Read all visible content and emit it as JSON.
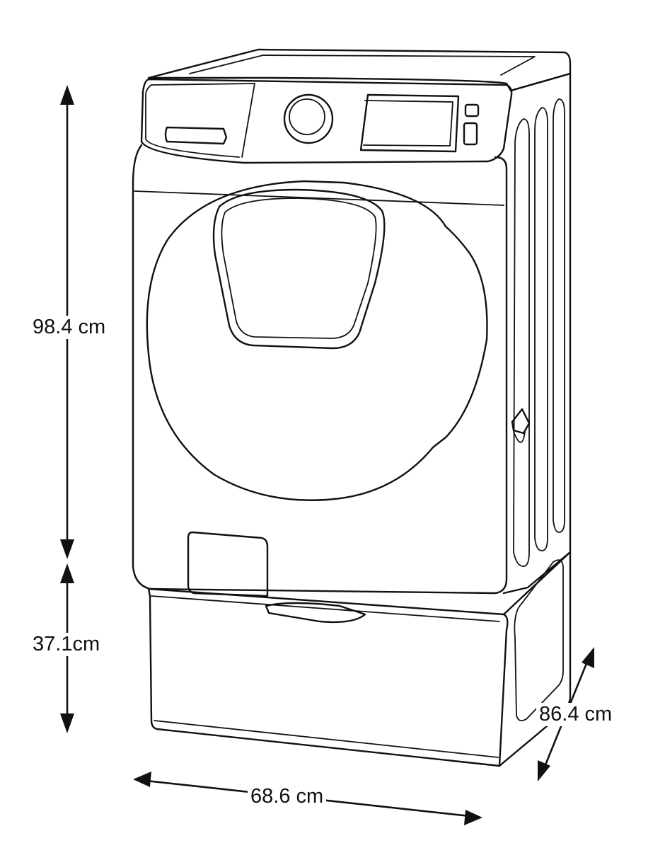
{
  "dimensions": {
    "washer_height": "98.4 cm",
    "pedestal_height": "37.1cm",
    "depth": "86.4 cm",
    "width": "68.6 cm"
  },
  "colors": {
    "line": "#111111",
    "background": "#ffffff"
  }
}
